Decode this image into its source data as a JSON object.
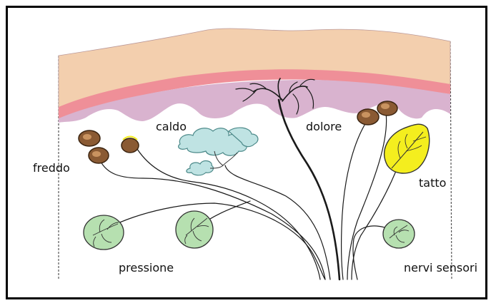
{
  "labels": {
    "freddo": "freddo",
    "caldo": "caldo",
    "dolore": "dolore",
    "tatto": "tatto",
    "pressione": "pressione",
    "nervi_sensori": "nervi sensori"
  },
  "colors": {
    "epidermis": "#f3cfae",
    "pink_band": "#ef8f98",
    "dermis_purple": "#d9b3cf",
    "bulb_brown": "#8a5a33",
    "caldo_cyan": "#bfe3e3",
    "tatto_yellow": "#f4ee1e",
    "pressione_green": "#b6e0b0",
    "nerve": "#1a1a1a"
  }
}
